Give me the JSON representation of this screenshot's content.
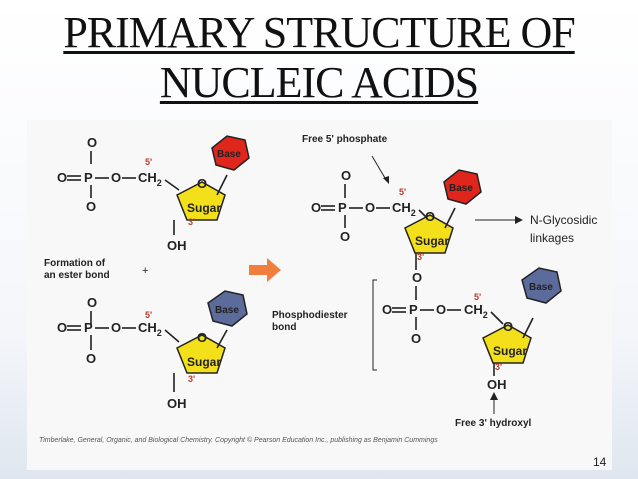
{
  "title": {
    "line1": "PRIMARY STRUCTURE OF",
    "line2": "NUCLEIC ACIDS"
  },
  "labels": {
    "free_phosphate": "Free 5' phosphate",
    "n_glycosidic_1": "N-Glycosidic",
    "n_glycosidic_2": "linkages",
    "formation_1": "Formation of",
    "formation_2": "an ester bond",
    "plus": "+",
    "phosphodiester_1": "Phosphodiester",
    "phosphodiester_2": "bond",
    "free_hydroxyl": "Free 3' hydroxyl",
    "caption": "Timberlake, General, Organic, and Biological Chemistry. Copyright © Pearson Education Inc., publishing as Benjamin Cummings",
    "page_number": "14"
  },
  "atoms": {
    "O": "O",
    "P": "P",
    "OH": "OH",
    "CH": "CH",
    "sub2": "2",
    "five": "5'",
    "three": "3'"
  },
  "ring": {
    "sugar": "Sugar",
    "base": "Base"
  },
  "colors": {
    "base_red": "#e0261c",
    "base_blue": "#5b6b9b",
    "sugar_yellow": "#f3e01a",
    "arrow_orange": "#f07e3c"
  }
}
